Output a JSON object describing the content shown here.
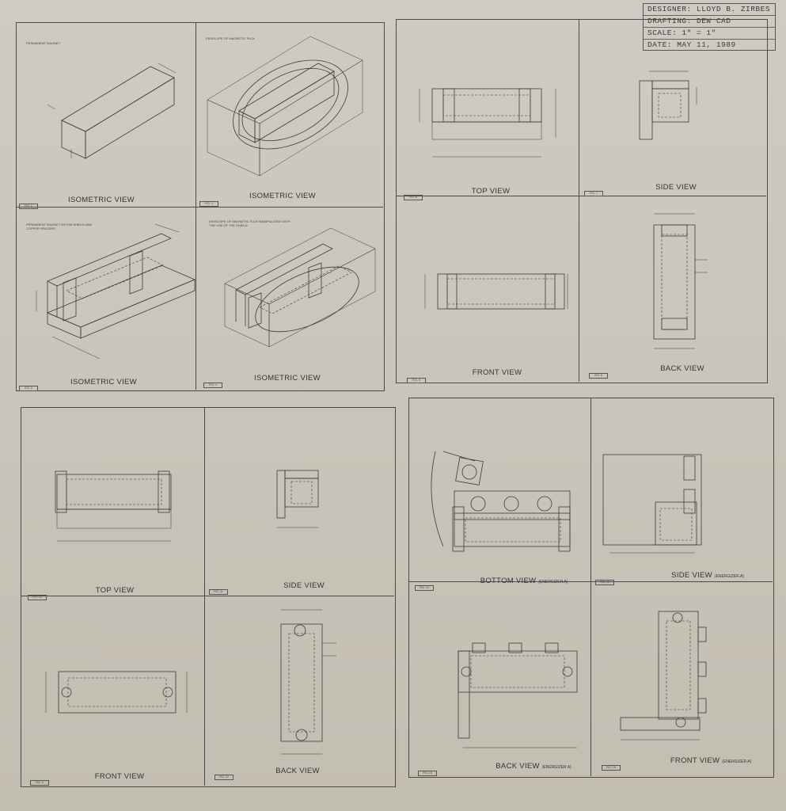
{
  "title_block": {
    "designer": "DESIGNER: LLOYD B. ZIRBES",
    "drafting": "DRAFTING: DEW CAD",
    "scale": "SCALE: 1\" = 1\"",
    "date": "DATE: MAY 11, 1989"
  },
  "panels": {
    "q1": {
      "p1": {
        "title": "ISOMETRIC VIEW",
        "fig": "FIG. 1",
        "note": "PERMANENT MAGNET"
      },
      "p2": {
        "title": "ISOMETRIC VIEW",
        "fig": "FIG. 2",
        "note": "ENVELOPE OF MAGNETIC FLUX"
      },
      "p3": {
        "title": "ISOMETRIC VIEW",
        "fig": "FIG. 3",
        "note": "PERMANENT MAGNET WITHIN SHIELD AND COPPER SPACERS"
      },
      "p4": {
        "title": "ISOMETRIC VIEW",
        "fig": "FIG. 4",
        "note": "ENVELOPE OF MAGNETIC FLUX MANIPULATED WITH THE USE OF THE SHIELD"
      }
    },
    "q2": {
      "p1": {
        "title": "TOP VIEW",
        "fig": "FIG. 6"
      },
      "p2": {
        "title": "SIDE VIEW",
        "fig": "FIG. 7"
      },
      "p3": {
        "title": "FRONT VIEW",
        "fig": "FIG. 5"
      },
      "p4": {
        "title": "BACK VIEW",
        "fig": "FIG. 8"
      }
    },
    "q3": {
      "p1": {
        "title": "TOP VIEW",
        "fig": "FIG. 10"
      },
      "p2": {
        "title": "SIDE VIEW",
        "fig": "FIG. 11"
      },
      "p3": {
        "title": "FRONT VIEW",
        "fig": "FIG. 9"
      },
      "p4": {
        "title": "BACK VIEW",
        "fig": "FIG. 12"
      }
    },
    "q4": {
      "p1": {
        "title": "BOTTOM VIEW",
        "suffix": "(ENERGIZER A)",
        "fig": "FIG. 14"
      },
      "p2": {
        "title": "SIDE VIEW",
        "suffix": "(ENERGIZER A)",
        "fig": "FIG. 15"
      },
      "p3": {
        "title": "BACK VIEW",
        "suffix": "(ENERGIZER A)",
        "fig": "FIG. 13"
      },
      "p4": {
        "title": "FRONT VIEW",
        "suffix": "(ENERGIZER A)",
        "fig": "FIG. 16"
      }
    }
  }
}
